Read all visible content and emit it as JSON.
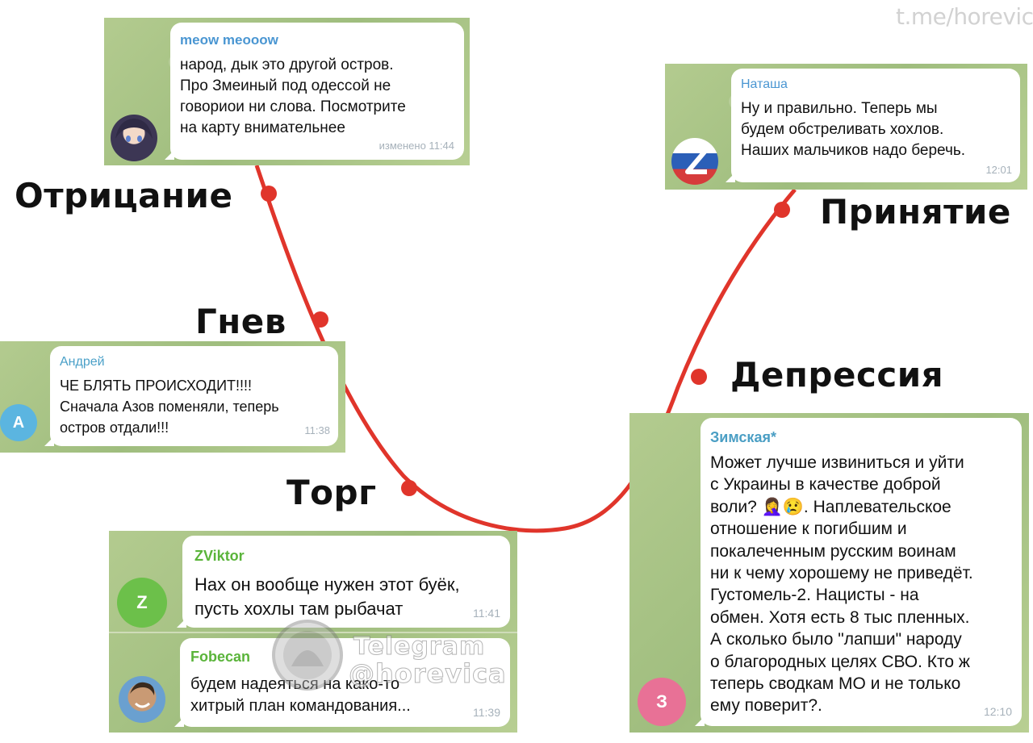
{
  "watermark": "t.me/horevica",
  "colors": {
    "curve": "#e0352b",
    "chat_background": "#a9c189",
    "bubble": "#ffffff",
    "time": "#a6b1ba"
  },
  "stages": {
    "denial": "Отрицание",
    "anger": "Гнев",
    "bargaining": "Торг",
    "depression": "Депрессия",
    "acceptance": "Принятие"
  },
  "messages": {
    "denial": {
      "sender": "meow meooow",
      "sender_color": "#4a96d2",
      "text": "народ, дык это другой остров.\nПро Змеиный под одессой не\nговориои ни слова. Посмотрите\nна карту внимательнее",
      "time": "изменено 11:44",
      "avatar": "anime-girl-avatar"
    },
    "anger": {
      "sender": "Андрей",
      "sender_color": "#4aa0c8",
      "text": "ЧЕ БЛЯТЬ ПРОИСХОДИТ!!!!\nСначала Азов поменяли, теперь\nостров отдали!!!",
      "time": "11:38",
      "avatar_letter": "А",
      "avatar_color": "#5bb5e0"
    },
    "bargaining_1": {
      "sender": "ZViktor",
      "sender_color": "#5ab43a",
      "text": "Нах он вообще нужен этот буёк,\nпусть хохлы там рыбачат",
      "time": "11:41",
      "avatar_letter": "Z",
      "avatar_color": "#6cc04a"
    },
    "bargaining_2": {
      "sender": "Fobecan",
      "sender_color": "#5ab43a",
      "text": "будем надеяться на како-то\nхитрый план командования...",
      "time": "11:39",
      "avatar": "smiling-man-avatar"
    },
    "depression": {
      "sender": "Зимская*",
      "sender_color": "#4a9ec4",
      "text": "Может лучше извиниться и уйти\nс Украины в качестве доброй\nволи? 🤦‍♀️😢. Наплевательское\nотношение к погибшим и\nпокалеченным русским воинам\nни к чему хорошему не приведёт.\nГустомель-2. Нацисты - на\nобмен. Хотя есть 8 тыс пленных.\nА сколько было \"лапши\" народу\nо благородных целях СВО. Кто ж\nтеперь сводкам  МО и не только\nему  поверит?.",
      "time": "12:10",
      "avatar_letter": "З",
      "avatar_color": "#e87196"
    },
    "acceptance": {
      "sender": "Наташа",
      "sender_color": "#4a96d2",
      "text": "Ну и правильно. Теперь мы\nбудем обстреливать хохлов.\nНаших мальчиков  надо  беречь.",
      "time": "12:01",
      "avatar": "z-flag-avatar"
    }
  },
  "channel_stamp": {
    "line1": "Telegram",
    "line2": "@horevica"
  }
}
